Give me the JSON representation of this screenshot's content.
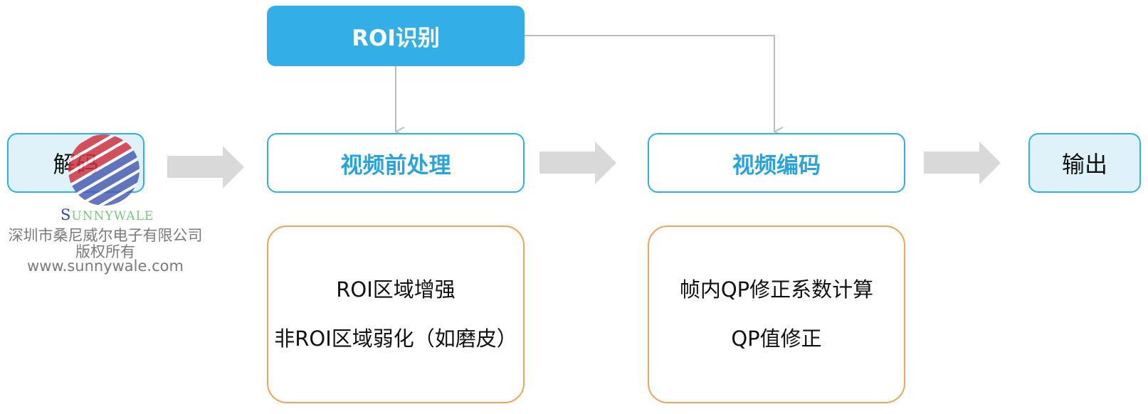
{
  "nodes": {
    "roi": "ROI识别",
    "decode": "解码",
    "preprocess": "视频前处理",
    "encode": "视频编码",
    "output": "输出"
  },
  "details": {
    "preprocess": [
      "ROI区域增强",
      "非ROI区域弱化（如磨皮）"
    ],
    "encode": [
      "帧内QP修正系数计算",
      "QP值修正"
    ]
  },
  "watermark": {
    "brand_first": "S",
    "brand_rest": "UNNYWALE",
    "company": "深圳市桑尼威尔电子有限公司",
    "rights": "版权所有",
    "url": "www.sunnywale.com"
  },
  "colors": {
    "primary_blue": "#33aee6",
    "light_blue_fill": "#dff2fa",
    "orange_border": "#f2a25a",
    "arrow_gray": "#d9d9d9",
    "connector_gray": "#bdbdbd"
  }
}
